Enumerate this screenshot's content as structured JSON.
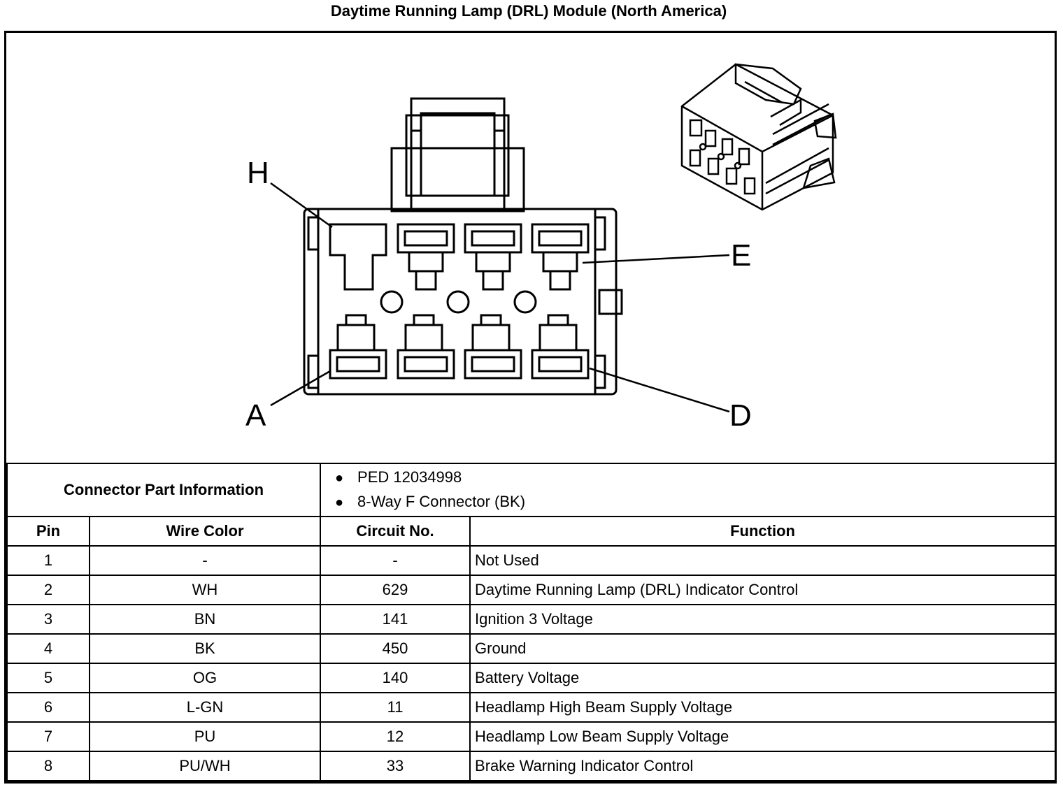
{
  "title": "Daytime Running Lamp (DRL) Module (North America)",
  "diagram": {
    "pin_labels": {
      "top_left": "H",
      "top_right": "E",
      "bottom_left": "A",
      "bottom_right": "D"
    }
  },
  "connector_info": {
    "label": "Connector Part Information",
    "items": [
      "PED 12034998",
      "8-Way F Connector (BK)"
    ]
  },
  "table": {
    "headers": {
      "pin": "Pin",
      "wire_color": "Wire Color",
      "circuit": "Circuit No.",
      "function": "Function"
    },
    "rows": [
      {
        "pin": "1",
        "wire_color": "-",
        "circuit": "-",
        "function": "Not Used"
      },
      {
        "pin": "2",
        "wire_color": "WH",
        "circuit": "629",
        "function": "Daytime Running Lamp (DRL) Indicator Control"
      },
      {
        "pin": "3",
        "wire_color": "BN",
        "circuit": "141",
        "function": "Ignition 3 Voltage"
      },
      {
        "pin": "4",
        "wire_color": "BK",
        "circuit": "450",
        "function": "Ground"
      },
      {
        "pin": "5",
        "wire_color": "OG",
        "circuit": "140",
        "function": "Battery Voltage"
      },
      {
        "pin": "6",
        "wire_color": "L-GN",
        "circuit": "11",
        "function": "Headlamp High Beam Supply Voltage"
      },
      {
        "pin": "7",
        "wire_color": "PU",
        "circuit": "12",
        "function": "Headlamp Low Beam Supply Voltage"
      },
      {
        "pin": "8",
        "wire_color": "PU/WH",
        "circuit": "33",
        "function": "Brake Warning Indicator Control"
      }
    ]
  }
}
